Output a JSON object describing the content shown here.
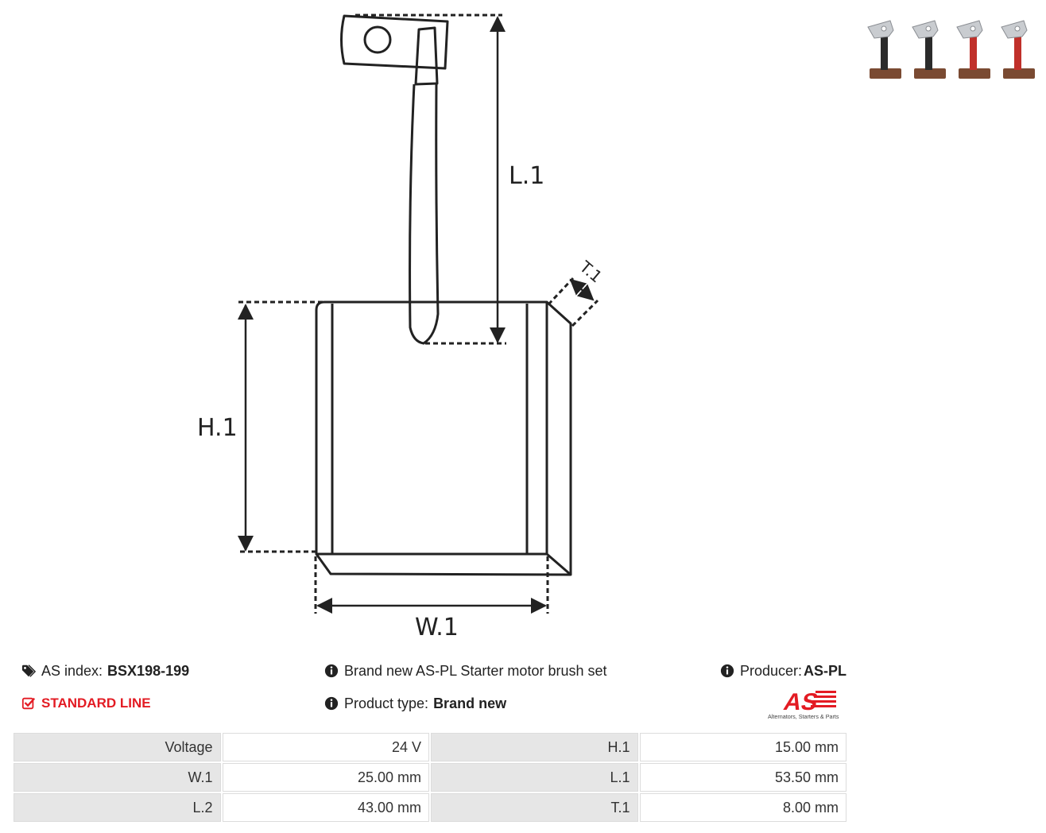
{
  "diagram": {
    "labels": {
      "l1": "L.1",
      "h1": "H.1",
      "w1": "W.1",
      "t1": "T.1"
    }
  },
  "info": {
    "as_index_label": "AS index:",
    "as_index_value": "BSX198-199",
    "line": "STANDARD LINE",
    "description": "Brand new AS-PL Starter motor brush set",
    "product_type_label": "Product type:",
    "product_type_value": "Brand new",
    "producer_label": "Producer:",
    "producer_value": "AS-PL"
  },
  "logo": {
    "mark": "AS",
    "tagline": "Alternators, Starters & Parts",
    "color": "#e31b23"
  },
  "thumbnails": {
    "cable_colors": [
      "#2b2b2b",
      "#2b2b2b",
      "#c0302a",
      "#c0302a"
    ],
    "block_color": "#7a4a32"
  },
  "specs": {
    "rows": [
      {
        "k1": "Voltage",
        "v1": "24 V",
        "k2": "H.1",
        "v2": "15.00 mm"
      },
      {
        "k1": "W.1",
        "v1": "25.00 mm",
        "k2": "L.1",
        "v2": "53.50 mm"
      },
      {
        "k1": "L.2",
        "v1": "43.00 mm",
        "k2": "T.1",
        "v2": "8.00 mm"
      }
    ]
  },
  "icons": {
    "tag": "tag-icon",
    "check": "check-square-icon",
    "info": "info-circle-icon"
  }
}
